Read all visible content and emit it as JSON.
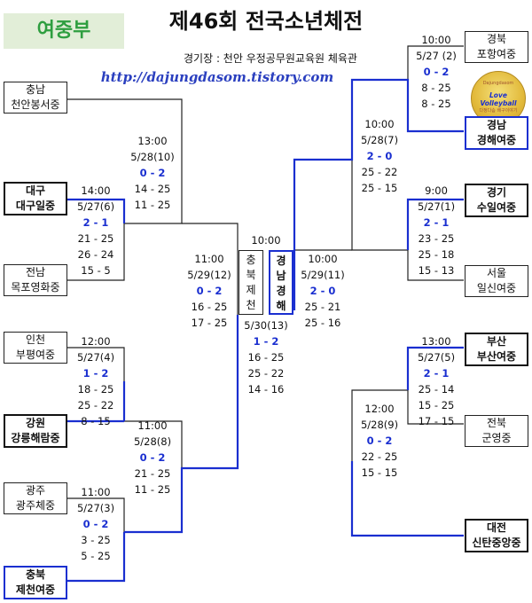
{
  "header": {
    "division": "여중부",
    "title": "제46회 전국소년체전",
    "venue": "경기장 : 천안 우정공무원교육원 체육관",
    "url": "http://dajungdasom.tistory.com"
  },
  "teams": {
    "chungnam": {
      "region": "충남",
      "school": "천안봉서중"
    },
    "daegu": {
      "region": "대구",
      "school": "대구일중"
    },
    "jeonnam": {
      "region": "전남",
      "school": "목포영화중"
    },
    "incheon": {
      "region": "인천",
      "school": "부평여중"
    },
    "gangwon": {
      "region": "강원",
      "school": "강릉해람중"
    },
    "gwangju": {
      "region": "광주",
      "school": "광주체중"
    },
    "chungbuk": {
      "region": "충북",
      "school": "제천여중"
    },
    "gyeongbuk": {
      "region": "경북",
      "school": "포항여중"
    },
    "gyeongnam": {
      "region": "경남",
      "school": "경해여중"
    },
    "gyeonggi": {
      "region": "경기",
      "school": "수일여중"
    },
    "seoul": {
      "region": "서울",
      "school": "일신여중"
    },
    "busan": {
      "region": "부산",
      "school": "부산여중"
    },
    "jeonbuk": {
      "region": "전북",
      "school": "군영중"
    },
    "daejeon": {
      "region": "대전",
      "school": "신탄중앙중"
    }
  },
  "matches": {
    "m6": {
      "time": "14:00",
      "date": "5/27(6)",
      "score": "2 - 1",
      "sets": [
        "21 - 25",
        "26 - 24",
        "15 - 5"
      ]
    },
    "m10": {
      "time": "13:00",
      "date": "5/28(10)",
      "score": "0 - 2",
      "sets": [
        "14 - 25",
        "11 - 25"
      ]
    },
    "m4": {
      "time": "12:00",
      "date": "5/27(4)",
      "score": "1 - 2",
      "sets": [
        "18 - 25",
        "25 - 22",
        "8 - 15"
      ]
    },
    "m3": {
      "time": "11:00",
      "date": "5/27(3)",
      "score": "0 - 2",
      "sets": [
        "3 - 25",
        "5 - 25"
      ]
    },
    "m8": {
      "time": "11:00",
      "date": "5/28(8)",
      "score": "0 - 2",
      "sets": [
        "21 - 25",
        "11 - 25"
      ]
    },
    "m12": {
      "time": "11:00",
      "date": "5/29(12)",
      "score": "0 - 2",
      "sets": [
        "16 - 25",
        "17 - 25"
      ]
    },
    "m13": {
      "time": "10:00",
      "date": "5/30(13)",
      "score": "1 - 2",
      "sets": [
        "16 - 25",
        "25 - 22",
        "14 - 16"
      ]
    },
    "m11": {
      "time": "10:00",
      "date": "5/29(11)",
      "score": "2 - 0",
      "sets": [
        "25 - 21",
        "25 - 16"
      ]
    },
    "m2": {
      "time": "10:00",
      "date": "5/27 (2)",
      "score": "0 - 2",
      "sets": [
        "8 - 25",
        "8 - 25"
      ]
    },
    "m7": {
      "time": "10:00",
      "date": "5/28(7)",
      "score": "2 - 0",
      "sets": [
        "25 - 22",
        "25 - 15"
      ]
    },
    "m1": {
      "time": "9:00",
      "date": "5/27(1)",
      "score": "2 - 1",
      "sets": [
        "23 - 25",
        "25 - 18",
        "15 - 13"
      ]
    },
    "m5": {
      "time": "13:00",
      "date": "5/27(5)",
      "score": "2 - 1",
      "sets": [
        "25 - 14",
        "15 - 25",
        "17 - 15"
      ]
    },
    "m9": {
      "time": "12:00",
      "date": "5/28(9)",
      "score": "0 - 2",
      "sets": [
        "22 - 25",
        "15 - 15"
      ]
    }
  },
  "final": {
    "left": [
      "충",
      "북",
      "제",
      "천"
    ],
    "right": [
      "경",
      "남",
      "경",
      "해"
    ]
  },
  "logo": {
    "label": "Love Volleyball",
    "top": "Dajungdasom",
    "bottom": "다정다솜 배구이야기"
  },
  "colors": {
    "win_line": "#1a2fd0",
    "line": "#222222",
    "division_bg": "#e2eed8",
    "division_fg": "#2e9e3f"
  }
}
